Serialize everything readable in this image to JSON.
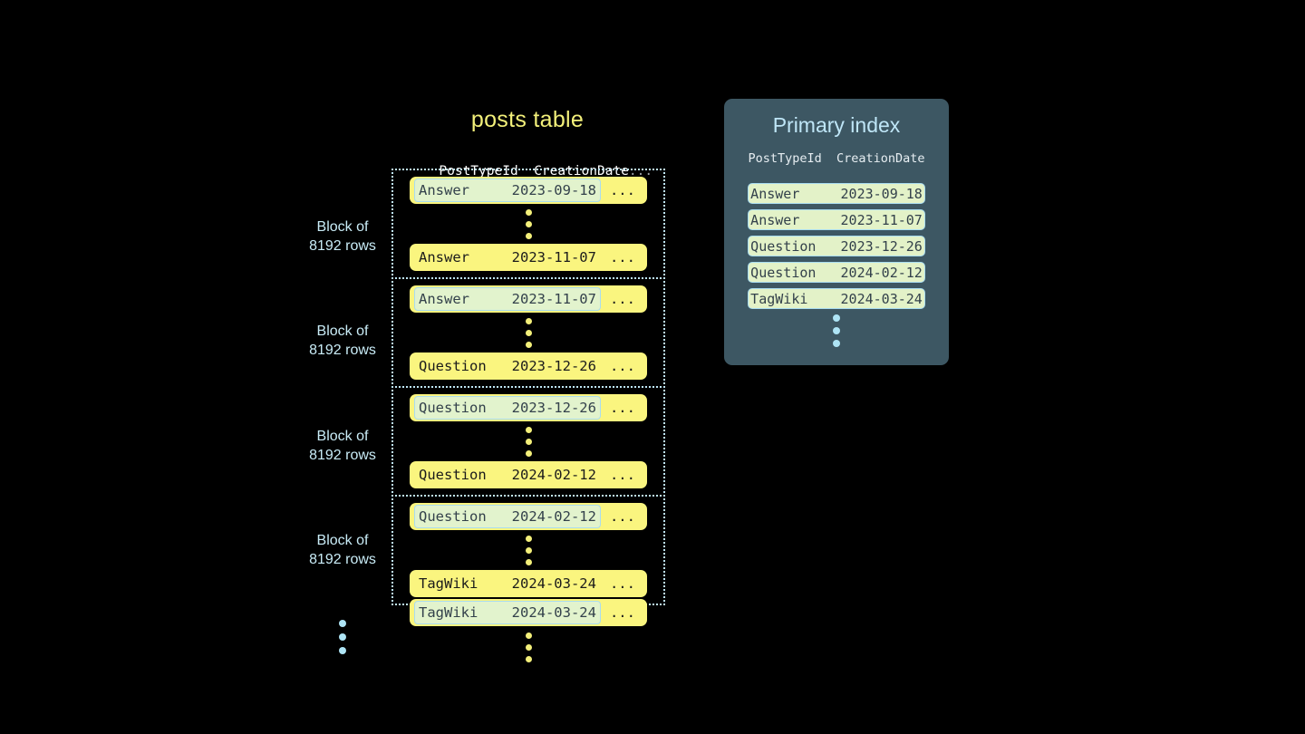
{
  "posts_table": {
    "title": "posts table",
    "columns": [
      "PostTypeId",
      "CreationDate",
      "..."
    ],
    "header_line": "PostTypeId  CreationDate",
    "header_ellipsis": "...",
    "block_label": "Block of\n8192 rows",
    "block_label_line1": "Block of",
    "block_label_line2": "8192 rows",
    "row_ellipsis": "...",
    "blocks": [
      {
        "first_row": {
          "post_type_id": "Answer",
          "creation_date": "2023-09-18",
          "text": "Answer     2023-09-18",
          "highlighted": true
        },
        "last_row": {
          "post_type_id": "Answer",
          "creation_date": "2023-11-07",
          "text": "Answer     2023-11-07",
          "highlighted": false
        }
      },
      {
        "first_row": {
          "post_type_id": "Answer",
          "creation_date": "2023-11-07",
          "text": "Answer     2023-11-07",
          "highlighted": true
        },
        "last_row": {
          "post_type_id": "Question",
          "creation_date": "2023-12-26",
          "text": "Question   2023-12-26",
          "highlighted": false
        }
      },
      {
        "first_row": {
          "post_type_id": "Question",
          "creation_date": "2023-12-26",
          "text": "Question   2023-12-26",
          "highlighted": true
        },
        "last_row": {
          "post_type_id": "Question",
          "creation_date": "2024-02-12",
          "text": "Question   2024-02-12",
          "highlighted": false
        }
      },
      {
        "first_row": {
          "post_type_id": "Question",
          "creation_date": "2024-02-12",
          "text": "Question   2024-02-12",
          "highlighted": true
        },
        "last_row": {
          "post_type_id": "TagWiki",
          "creation_date": "2024-03-24",
          "text": "TagWiki    2024-03-24",
          "highlighted": false
        }
      }
    ],
    "trailing_row": {
      "post_type_id": "TagWiki",
      "creation_date": "2024-03-24",
      "text": "TagWiki    2024-03-24",
      "highlighted": true
    }
  },
  "primary_index": {
    "title": "Primary index",
    "columns": [
      "PostTypeId",
      "CreationDate"
    ],
    "header_line": "PostTypeId  CreationDate",
    "rows": [
      {
        "post_type_id": "Answer",
        "creation_date": "2023-09-18",
        "text": "Answer     2023-09-18"
      },
      {
        "post_type_id": "Answer",
        "creation_date": "2023-11-07",
        "text": "Answer     2023-11-07"
      },
      {
        "post_type_id": "Question",
        "creation_date": "2023-12-26",
        "text": "Question   2023-12-26"
      },
      {
        "post_type_id": "Question",
        "creation_date": "2024-02-12",
        "text": "Question   2024-02-12"
      },
      {
        "post_type_id": "TagWiki",
        "creation_date": "2024-03-24",
        "text": "TagWiki    2024-03-24"
      }
    ]
  },
  "colors": {
    "background": "#000000",
    "table_title": "#f3f07a",
    "row_yellow": "#faf57f",
    "row_highlight_fill": "#e2f3cd",
    "row_highlight_border": "#a9dcf0",
    "block_border": "#bfe6f7",
    "block_label": "#c9ecf7",
    "dot_yellow": "#f3ef7a",
    "dot_blue": "#aee4f5",
    "panel_background": "#3d5763",
    "panel_title": "#bfe6f7",
    "index_row_fill": "#e3f2c8"
  }
}
